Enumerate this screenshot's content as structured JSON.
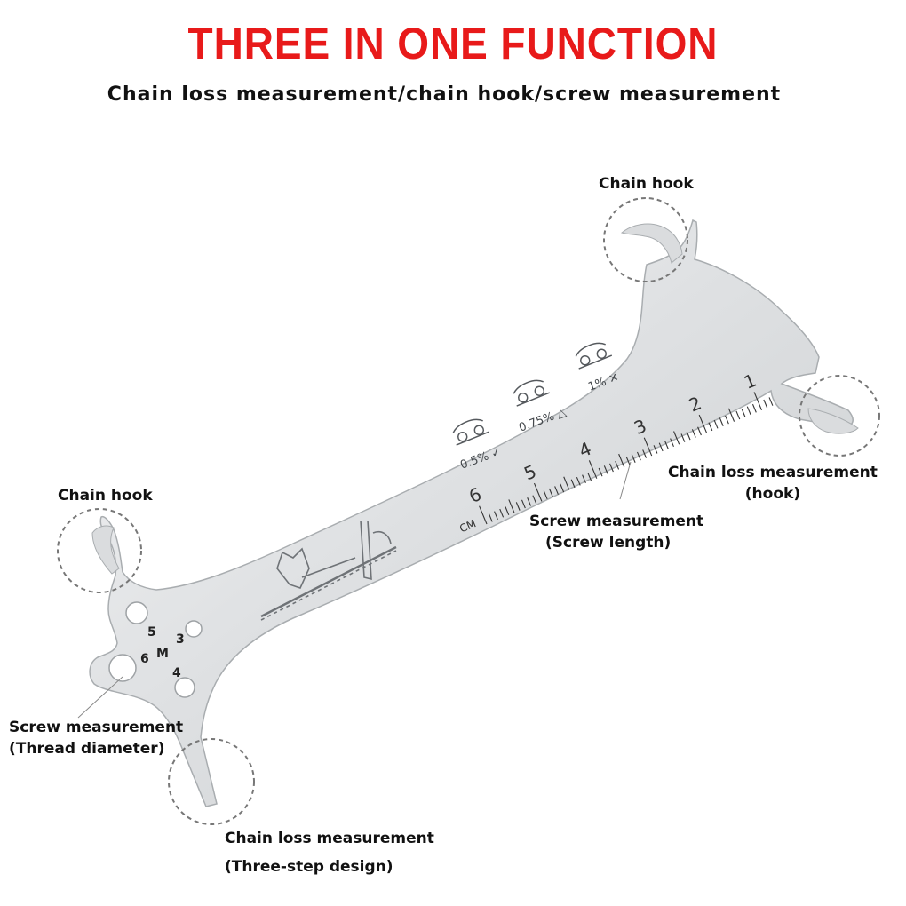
{
  "header": {
    "title": "THREE IN ONE FUNCTION",
    "subtitle": "Chain loss measurement/chain hook/screw measurement"
  },
  "callouts": {
    "chain_hook_top": "Chain hook",
    "chain_hook_left": "Chain hook",
    "chain_loss_hook_line1": "Chain loss measurement",
    "chain_loss_hook_line2": "(hook)",
    "screw_length_line1": "Screw measurement",
    "screw_length_line2": "(Screw length)",
    "thread_diameter_line1": "Screw measurement",
    "thread_diameter_line2": "(Thread diameter)",
    "three_step_line1": "Chain loss measurement",
    "three_step_line2": "(Three-step design)"
  },
  "tool": {
    "ruler_unit": "CM",
    "ruler_numbers": [
      "1",
      "2",
      "3",
      "4",
      "5",
      "6"
    ],
    "wear_levels": [
      "0.5%",
      "0.75%",
      "1%"
    ],
    "wear_marks": [
      "✓",
      "△",
      "✕"
    ],
    "thread_sizes": [
      "5",
      "6",
      "M",
      "3",
      "4"
    ],
    "colors": {
      "title": "#e81a1a",
      "metal": "#d8dadc",
      "callout_circle": "#777777"
    }
  }
}
